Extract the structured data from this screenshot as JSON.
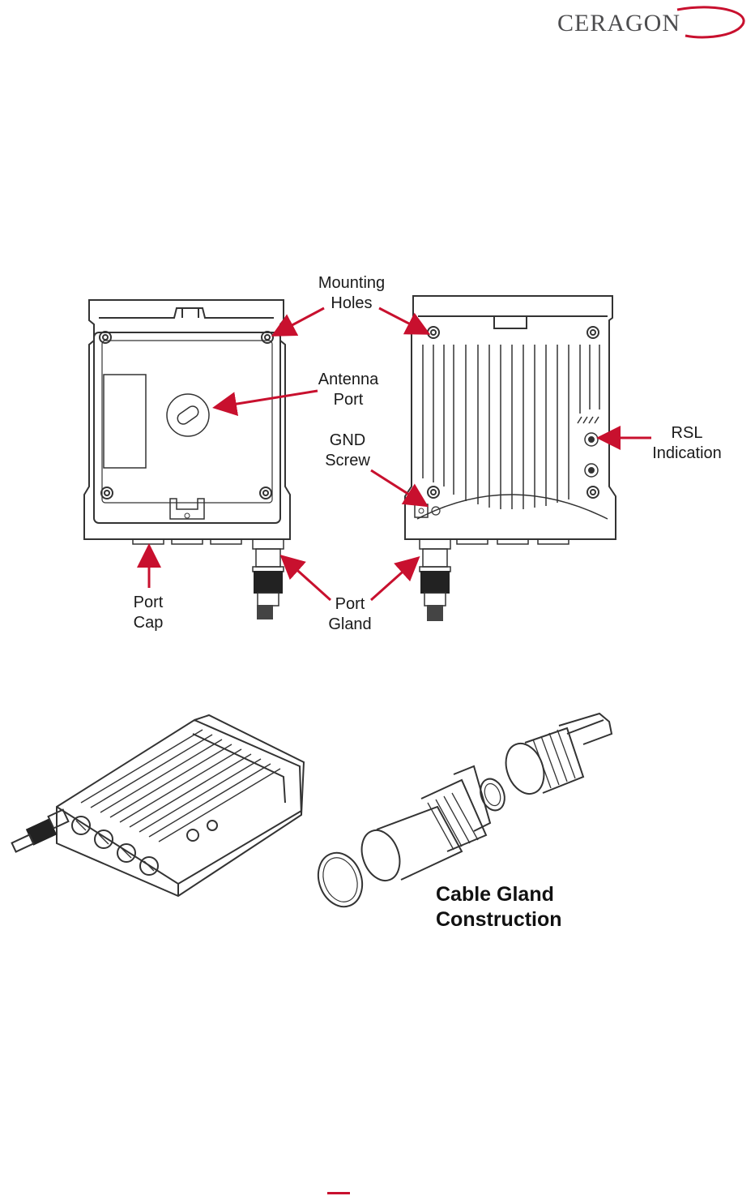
{
  "header": {
    "logo_text": "CERAGON",
    "brand_color": "#c8102e"
  },
  "labels": {
    "mounting_holes": [
      "Mounting",
      "Holes"
    ],
    "antenna_port": [
      "Antenna",
      "Port"
    ],
    "gnd_screw": [
      "GND",
      "Screw"
    ],
    "rsl_indication": [
      "RSL",
      "Indication"
    ],
    "port_cap": [
      "Port",
      "Cap"
    ],
    "port_gland": [
      "Port",
      "Gland"
    ],
    "cable_gland_construction": [
      "Cable Gland",
      "Construction"
    ]
  },
  "colors": {
    "arrow": "#c8102e",
    "line_art": "#333333"
  }
}
